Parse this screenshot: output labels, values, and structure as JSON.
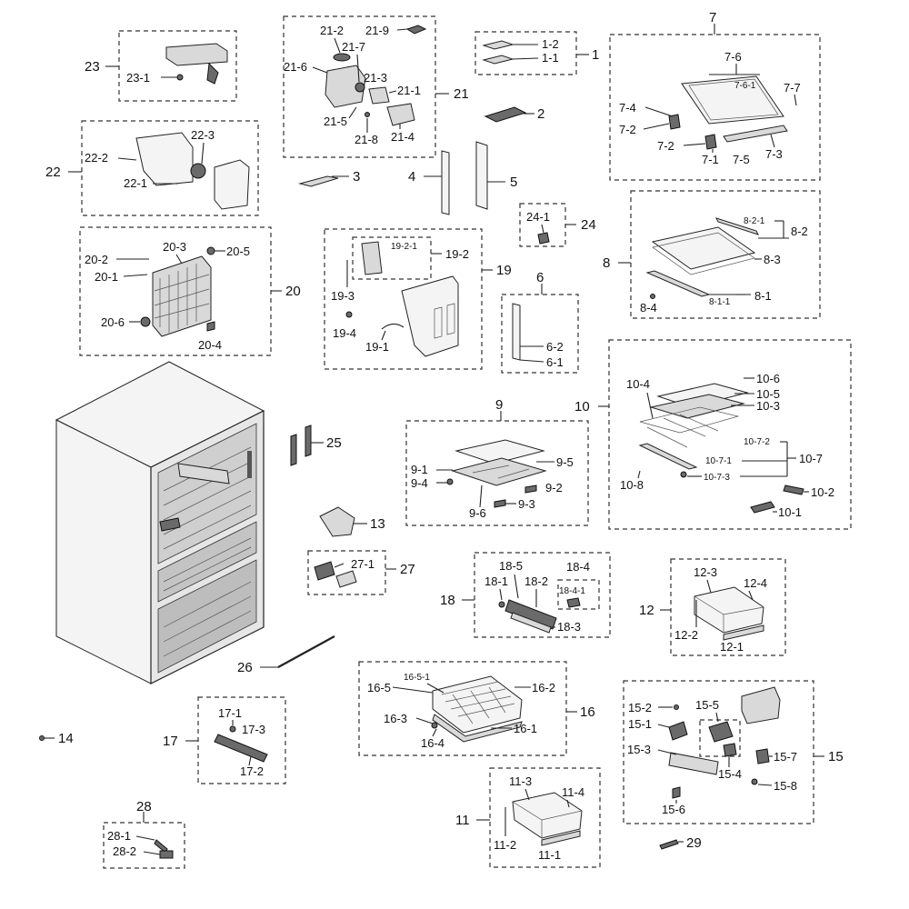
{
  "labels": {
    "g1": "1",
    "p1_1": "1-1",
    "p1_2": "1-2",
    "g2": "2",
    "g3": "3",
    "g4": "4",
    "g5": "5",
    "g6": "6",
    "p6_1": "6-1",
    "p6_2": "6-2",
    "g7": "7",
    "p7_1": "7-1",
    "p7_2a": "7-2",
    "p7_2b": "7-2",
    "p7_3": "7-3",
    "p7_4": "7-4",
    "p7_5": "7-5",
    "p7_6": "7-6",
    "p7_6_1": "7-6-1",
    "p7_7": "7-7",
    "g8": "8",
    "p8_1": "8-1",
    "p8_1_1": "8-1-1",
    "p8_2": "8-2",
    "p8_2_1": "8-2-1",
    "p8_3": "8-3",
    "p8_4": "8-4",
    "g9": "9",
    "p9_1": "9-1",
    "p9_2": "9-2",
    "p9_3": "9-3",
    "p9_4": "9-4",
    "p9_5": "9-5",
    "p9_6": "9-6",
    "g10": "10",
    "p10_1": "10-1",
    "p10_2": "10-2",
    "p10_3": "10-3",
    "p10_4": "10-4",
    "p10_5": "10-5",
    "p10_6": "10-6",
    "p10_7": "10-7",
    "p10_7_1": "10-7-1",
    "p10_7_2": "10-7-2",
    "p10_7_3": "10-7-3",
    "p10_8": "10-8",
    "g11": "11",
    "p11_1": "11-1",
    "p11_2": "11-2",
    "p11_3": "11-3",
    "p11_4": "11-4",
    "g12": "12",
    "p12_1": "12-1",
    "p12_2": "12-2",
    "p12_3": "12-3",
    "p12_4": "12-4",
    "g13": "13",
    "g14": "14",
    "g15": "15",
    "p15_1": "15-1",
    "p15_2": "15-2",
    "p15_3": "15-3",
    "p15_4": "15-4",
    "p15_5": "15-5",
    "p15_6": "15-6",
    "p15_7": "15-7",
    "p15_8": "15-8",
    "g16": "16",
    "p16_1": "16-1",
    "p16_2": "16-2",
    "p16_3": "16-3",
    "p16_4": "16-4",
    "p16_5": "16-5",
    "p16_5_1": "16-5-1",
    "g17": "17",
    "p17_1": "17-1",
    "p17_2": "17-2",
    "p17_3": "17-3",
    "g18": "18",
    "p18_1": "18-1",
    "p18_2": "18-2",
    "p18_3": "18-3",
    "p18_4": "18-4",
    "p18_4_1": "18-4-1",
    "p18_5": "18-5",
    "g19": "19",
    "p19_1": "19-1",
    "p19_2": "19-2",
    "p19_2_1": "19-2-1",
    "p19_3": "19-3",
    "p19_4": "19-4",
    "g20": "20",
    "p20_1": "20-1",
    "p20_2": "20-2",
    "p20_3": "20-3",
    "p20_4": "20-4",
    "p20_5": "20-5",
    "p20_6": "20-6",
    "g21": "21",
    "p21_1": "21-1",
    "p21_2": "21-2",
    "p21_3": "21-3",
    "p21_4": "21-4",
    "p21_5": "21-5",
    "p21_6": "21-6",
    "p21_7": "21-7",
    "p21_8": "21-8",
    "p21_9": "21-9",
    "g22": "22",
    "p22_1": "22-1",
    "p22_2": "22-2",
    "p22_3": "22-3",
    "g23": "23",
    "p23_1": "23-1",
    "g24": "24",
    "p24_1": "24-1",
    "g25": "25",
    "g26": "26",
    "g27": "27",
    "p27_1": "27-1",
    "g28": "28",
    "p28_1": "28-1",
    "p28_2": "28-2",
    "g29": "29"
  }
}
